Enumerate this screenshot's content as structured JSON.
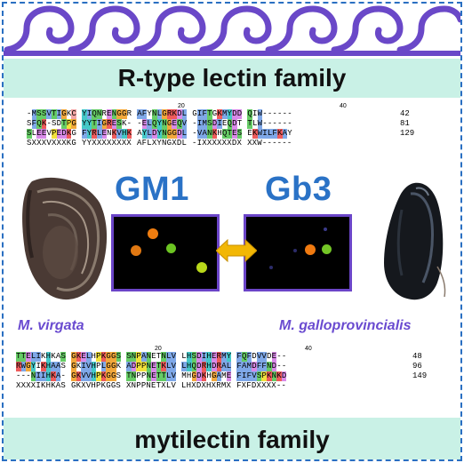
{
  "top_title": "R-type lectin family",
  "bottom_title": "mytilectin family",
  "labels": {
    "left_ligand": "GM1",
    "right_ligand": "Gb3"
  },
  "species": {
    "left": "M. virgata",
    "right": "M. galloprovincialis"
  },
  "colors": {
    "frame": "#2a6fc2",
    "band": "#c9f1e6",
    "wave": "#6a48c8",
    "ligand_label": "#2a72c6",
    "species_label": "#6a4bd0",
    "panel_border": "#6b45c8",
    "arrow": "#f2b705"
  },
  "alignment_top": {
    "positions": [
      "20",
      "40"
    ],
    "rows": [
      {
        "blocks": [
          "-MSSVTIGKC",
          "YIQNRENGGR",
          "AFYNLGRKDL",
          "GIFTGKMYDD",
          "QIW------"
        ],
        "end": "42"
      },
      {
        "blocks": [
          "SFQK-SDTPG",
          "YYTIGRESK-",
          "-ELQYNGEQV",
          "-IMSDIEQDT",
          "TLW------"
        ],
        "end": "81"
      },
      {
        "blocks": [
          "SLEEVPEDKG",
          "FYRLENKVHK",
          "AYLDYNGGDL",
          "-VANKHQTES",
          "EKWILFKAY"
        ],
        "end": "129"
      },
      {
        "blocks": [
          "SXXXVXXXKG",
          "YYXXXXXXXX",
          "AFLXYNGXDL",
          "-IXXXXXXDX",
          "XXW------"
        ],
        "end": ""
      }
    ]
  },
  "alignment_bottom": {
    "positions": [
      "20",
      "40"
    ],
    "rows": [
      {
        "blocks": [
          "TTELIKHKAS",
          "GKELHPKGGS",
          "SNPANETNLV",
          "LHSDIHERMY",
          "FQFDVVDE--"
        ],
        "end": "48"
      },
      {
        "blocks": [
          "RWGYIKHAAS",
          "GKIVHPLGGK",
          "ADPPNETKLV",
          "LHQDRHDRAL",
          "FAMDFFND--"
        ],
        "end": "96"
      },
      {
        "blocks": [
          "---NIIHKA-",
          "GKVVHPKGGS",
          "TNPPNETTLV",
          "MHGDKHGAME",
          "FIFVSPKNKD"
        ],
        "end": "149"
      },
      {
        "blocks": [
          "XXXXIKHKAS",
          "GKXVHPKGGS",
          "XNPPNETXLV",
          "LHXDXHXRMX",
          "FXFDXXXX--"
        ],
        "end": ""
      }
    ]
  }
}
